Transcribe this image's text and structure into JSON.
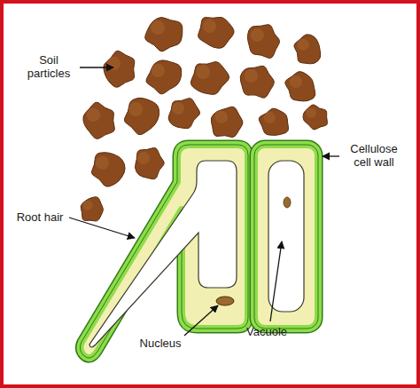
{
  "diagram": {
    "labels": [
      "Soil particles",
      "Root hair",
      "Nucleus",
      "Cellulose cell wall",
      "Vacuole"
    ]
  }
}
